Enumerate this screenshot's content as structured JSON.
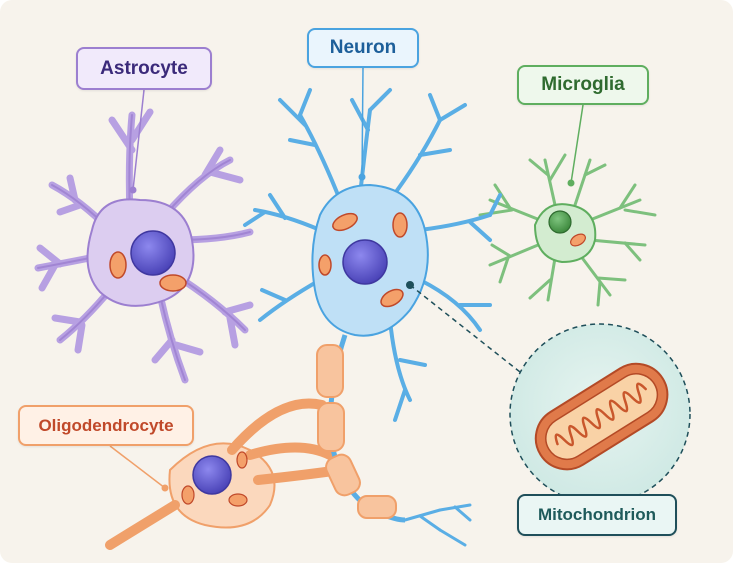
{
  "labels": {
    "astrocyte": "Astrocyte",
    "neuron": "Neuron",
    "microglia": "Microglia",
    "oligodendrocyte": "Oligodendrocyte",
    "mitochondrion": "Mitochondrion"
  },
  "colors": {
    "background": "#f7f3ec",
    "astrocyte": "#9c7fd0",
    "astrocyte_fill": "#dccdf0",
    "astrocyte_text": "#3b2a7a",
    "neuron": "#4aa3e0",
    "neuron_fill": "#bfe0f6",
    "neuron_text": "#1d5f9a",
    "microglia": "#5fae5f",
    "microglia_fill": "#d3ecd0",
    "microglia_text": "#2f6b2f",
    "oligodendrocyte": "#f0a06a",
    "oligodendrocyte_fill": "#fbd8bd",
    "oligodendrocyte_text": "#c0492a",
    "mitochondrion": "#e07a4a",
    "mitochondrion_text": "#1e5a5a",
    "nucleus": "#6a63d6"
  },
  "icons": {
    "astrocyte": "astrocyte-cell-icon",
    "neuron": "neuron-cell-icon",
    "microglia": "microglia-cell-icon",
    "oligodendrocyte": "oligodendrocyte-cell-icon",
    "mitochondrion": "mitochondrion-icon"
  }
}
